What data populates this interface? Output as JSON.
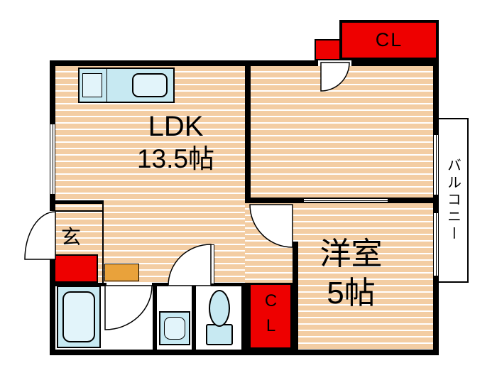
{
  "rooms": {
    "ldk": {
      "name": "LDK",
      "size": "13.5帖"
    },
    "western_room": {
      "name": "洋室",
      "size": "5帖"
    },
    "entrance": {
      "label": "玄"
    },
    "balcony": {
      "label": "バルコニー"
    }
  },
  "closets": {
    "top": {
      "label": "CL"
    },
    "bottom": {
      "label": "CL"
    }
  },
  "colors": {
    "accent_red": "#ee0000",
    "floor_stripe": "#f3cda3",
    "fixture_fill": "#c7e9f2",
    "fixture_inner": "#e2f4fa",
    "cabinet_orange": "#e9a23b",
    "wall": "#000000"
  }
}
